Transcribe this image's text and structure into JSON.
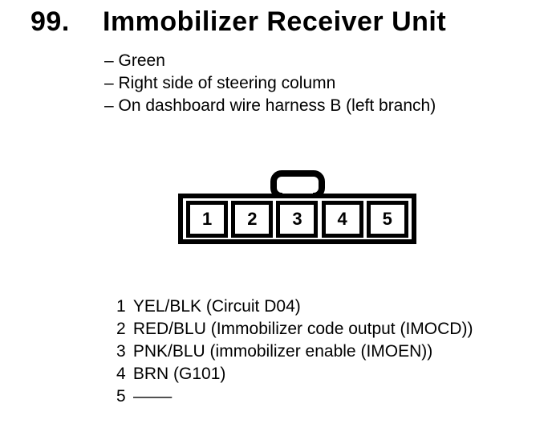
{
  "header": {
    "number": "99.",
    "title": "Immobilizer Receiver Unit"
  },
  "details": [
    "– Green",
    "– Right side of steering column",
    "– On dashboard wire harness B (left branch)"
  ],
  "connector": {
    "cavities": [
      "1",
      "2",
      "3",
      "4",
      "5"
    ]
  },
  "pins": [
    {
      "num": "1",
      "desc": "YEL/BLK (Circuit D04)"
    },
    {
      "num": "2",
      "desc": "RED/BLU (Immobilizer code output (IMOCD))"
    },
    {
      "num": "3",
      "desc": "PNK/BLU (immobilizer enable (IMOEN))"
    },
    {
      "num": "4",
      "desc": "BRN (G101)"
    },
    {
      "num": "5",
      "desc": "—"
    }
  ],
  "colors": {
    "ink": "#000000",
    "paper": "#ffffff"
  }
}
